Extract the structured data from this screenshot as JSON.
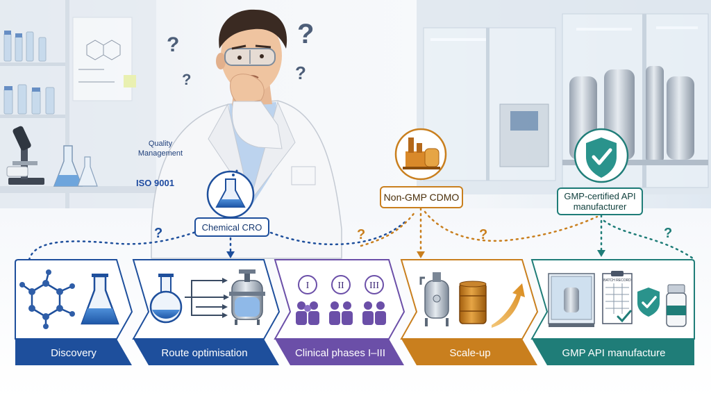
{
  "quality_management": {
    "line1": "Quality",
    "line2": "Management",
    "iso": "ISO 9001"
  },
  "providers": {
    "cro": "Chemical CRO",
    "cdmo": "Non-GMP CDMO",
    "gmp": "GMP-certified API manufacturer"
  },
  "stages": [
    {
      "label": "Discovery",
      "color": "#1e4f9c"
    },
    {
      "label": "Route optimisation",
      "color": "#1e4f9c"
    },
    {
      "label": "Clinical phases I–III",
      "color": "#6b4fa8"
    },
    {
      "label": "Scale-up",
      "color": "#c97f1e"
    },
    {
      "label": "GMP API manufacture",
      "color": "#1f7d78"
    }
  ],
  "phases": [
    "I",
    "II",
    "III"
  ],
  "batch_record": "BATCH RECORD",
  "question_mark": "?",
  "colors": {
    "blue": "#1e4f9c",
    "purple": "#6b4fa8",
    "orange": "#c97f1e",
    "teal": "#1f7d78",
    "question_grey": "#4d5e78"
  }
}
